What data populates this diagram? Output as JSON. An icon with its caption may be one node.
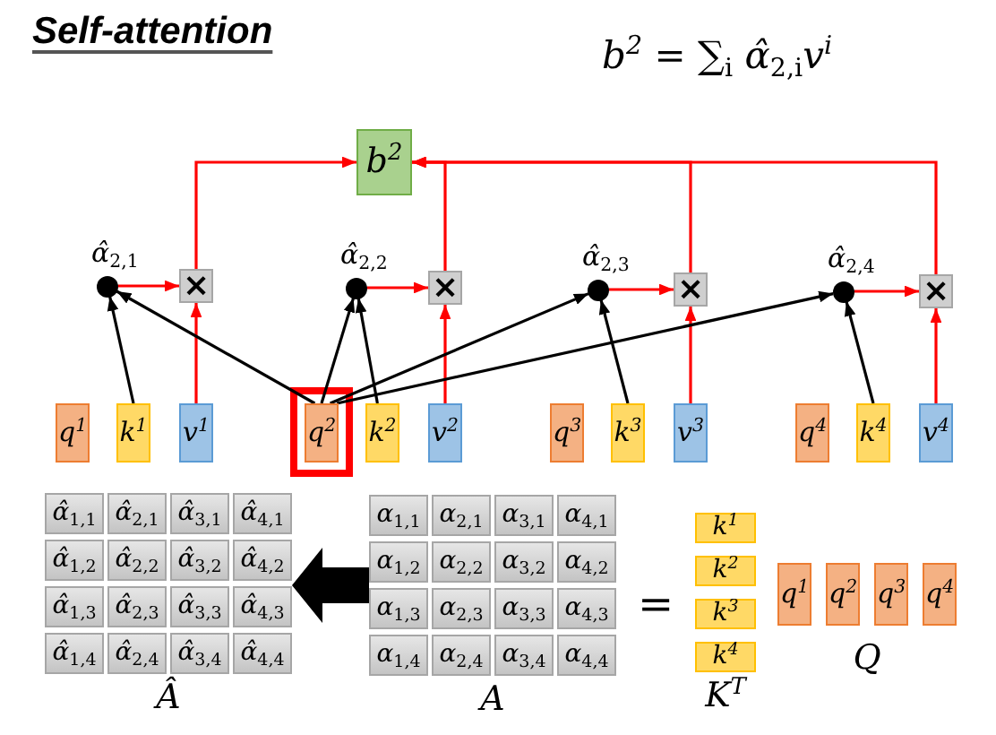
{
  "diagram": {
    "title": "Self-attention",
    "nodes": [
      {
        "text": [
          "b$^{2}$"
        ]
      },
      {
        "text": [],
        "shape": "circle",
        "beside": [
          "α̂$_{2,1}$"
        ]
      },
      {
        "text": [
          "×"
        ]
      },
      {
        "text": [],
        "shape": "circle",
        "beside": [
          "α̂$_{2,2}$"
        ]
      },
      {
        "text": [
          "×"
        ]
      },
      {
        "text": [],
        "shape": "circle",
        "beside": [
          "α̂$_{2,3}$"
        ]
      },
      {
        "text": [
          "×"
        ]
      },
      {
        "text": [],
        "shape": "circle",
        "beside": [
          "α̂$_{2,4}$"
        ]
      },
      {
        "text": [
          "×"
        ]
      },
      {
        "text": [
          "q$^{1}$"
        ]
      },
      {
        "text": [
          "k$^{1}$"
        ]
      },
      {
        "text": [
          "v$^{1}$"
        ]
      },
      {
        "text": [
          "q$^{2}$"
        ]
      },
      {
        "text": [
          "k$^{2}$"
        ]
      },
      {
        "text": [
          "v$^{2}$"
        ]
      },
      {
        "text": [
          "q$^{3}$"
        ]
      },
      {
        "text": [
          "k$^{3}$"
        ]
      },
      {
        "text": [
          "v$^{3}$"
        ]
      },
      {
        "text": [
          "q$^{4}$"
        ]
      },
      {
        "text": [
          "k$^{4}$"
        ]
      },
      {
        "text": [
          "v$^{4}$"
        ]
      },
      {
        "text": [
          "Â"
        ]
      },
      {
        "text": [
          "α̂$_{1,1}$"
        ],
        "in": 21
      },
      {
        "text": [
          "α̂$_{2,1}$"
        ],
        "in": 21
      },
      {
        "text": [
          "α̂$_{3,1}$"
        ],
        "in": 21
      },
      {
        "text": [
          "α̂$_{4,1}$"
        ],
        "in": 21
      },
      {
        "text": [
          "α̂$_{1,2}$"
        ],
        "in": 21
      },
      {
        "text": [
          "α̂$_{2,2}$"
        ],
        "in": 21
      },
      {
        "text": [
          "α̂$_{3,2}$"
        ],
        "in": 21
      },
      {
        "text": [
          "α̂$_{4,2}$"
        ],
        "in": 21
      },
      {
        "text": [
          "α̂$_{1,3}$"
        ],
        "in": 21
      },
      {
        "text": [
          "α̂$_{2,3}$"
        ],
        "in": 21
      },
      {
        "text": [
          "α̂$_{3,3}$"
        ],
        "in": 21
      },
      {
        "text": [
          "α̂$_{4,3}$"
        ],
        "in": 21
      },
      {
        "text": [
          "α̂$_{1,4}$"
        ],
        "in": 21
      },
      {
        "text": [
          "α̂$_{2,4}$"
        ],
        "in": 21
      },
      {
        "text": [
          "α̂$_{3,4}$"
        ],
        "in": 21
      },
      {
        "text": [
          "α̂$_{4,4}$"
        ],
        "in": 21
      },
      {
        "text": [
          "A"
        ]
      },
      {
        "text": [
          "α$_{1,1}$"
        ],
        "in": 38
      },
      {
        "text": [
          "α$_{2,1}$"
        ],
        "in": 38
      },
      {
        "text": [
          "α$_{3,1}$"
        ],
        "in": 38
      },
      {
        "text": [
          "α$_{4,1}$"
        ],
        "in": 38
      },
      {
        "text": [
          "α$_{1,2}$"
        ],
        "in": 38
      },
      {
        "text": [
          "α$_{2,2}$"
        ],
        "in": 38
      },
      {
        "text": [
          "α$_{3,2}$"
        ],
        "in": 38
      },
      {
        "text": [
          "α$_{4,2}$"
        ],
        "in": 38
      },
      {
        "text": [
          "α$_{1,3}$"
        ],
        "in": 38
      },
      {
        "text": [
          "α$_{2,3}$"
        ],
        "in": 38
      },
      {
        "text": [
          "α$_{3,3}$"
        ],
        "in": 38
      },
      {
        "text": [
          "α$_{4,3}$"
        ],
        "in": 38
      },
      {
        "text": [
          "α$_{1,4}$"
        ],
        "in": 38
      },
      {
        "text": [
          "α$_{2,4}$"
        ],
        "in": 38
      },
      {
        "text": [
          "α$_{3,4}$"
        ],
        "in": 38
      },
      {
        "text": [
          "α$_{4,4}$"
        ],
        "in": 38
      },
      {
        "text": [
          "K$^{T}$"
        ]
      },
      {
        "text": [
          "k$^{1}$"
        ],
        "in": 55
      },
      {
        "text": [
          "k$^{2}$"
        ],
        "in": 55
      },
      {
        "text": [
          "k$^{3}$"
        ],
        "in": 55
      },
      {
        "text": [
          "k$^{4}$"
        ],
        "in": 55
      },
      {
        "text": [
          "Q"
        ]
      },
      {
        "text": [
          "q$^{1}$"
        ],
        "in": 60
      },
      {
        "text": [
          "q$^{2}$"
        ],
        "in": 60
      },
      {
        "text": [
          "q$^{3}$"
        ],
        "in": 60
      },
      {
        "text": [
          "q$^{4}$"
        ],
        "in": 60
      }
    ],
    "edges": [
      {
        "from": 2,
        "to": 0,
        "arrow": "to"
      },
      {
        "from": 4,
        "to": 0,
        "arrow": "to"
      },
      {
        "from": 6,
        "to": 0,
        "arrow": "to"
      },
      {
        "from": 8,
        "to": 0,
        "arrow": "to"
      },
      {
        "from": 1,
        "to": 2,
        "arrow": "to"
      },
      {
        "from": 3,
        "to": 4,
        "arrow": "to"
      },
      {
        "from": 5,
        "to": 6,
        "arrow": "to"
      },
      {
        "from": 7,
        "to": 8,
        "arrow": "to"
      },
      {
        "from": 11,
        "to": 2,
        "arrow": "to"
      },
      {
        "from": 14,
        "to": 4,
        "arrow": "to"
      },
      {
        "from": 17,
        "to": 6,
        "arrow": "to"
      },
      {
        "from": 20,
        "to": 8,
        "arrow": "to"
      },
      {
        "from": 10,
        "to": 1,
        "arrow": "to",
        "color": "#000000"
      },
      {
        "from": 12,
        "to": 1,
        "arrow": "to",
        "color": "#000000"
      },
      {
        "from": 12,
        "to": 3,
        "arrow": "to",
        "color": "#000000"
      },
      {
        "from": 13,
        "to": 3,
        "arrow": "to",
        "color": "#000000"
      },
      {
        "from": 12,
        "to": 5,
        "arrow": "to",
        "color": "#000000"
      },
      {
        "from": 16,
        "to": 5,
        "arrow": "to",
        "color": "#000000"
      },
      {
        "from": 12,
        "to": 7,
        "arrow": "to",
        "color": "#000000"
      },
      {
        "from": 19,
        "to": 7,
        "arrow": "to",
        "color": "#000000"
      },
      {
        "from": 38,
        "to": 21,
        "arrow": "to",
        "style": "thick",
        "color": "#000000"
      }
    ],
    "labels": [
      "b$^{2}$ = ∑$_{i}$ α̂$_{2,i}$v$^{i}$",
      "="
    ]
  }
}
